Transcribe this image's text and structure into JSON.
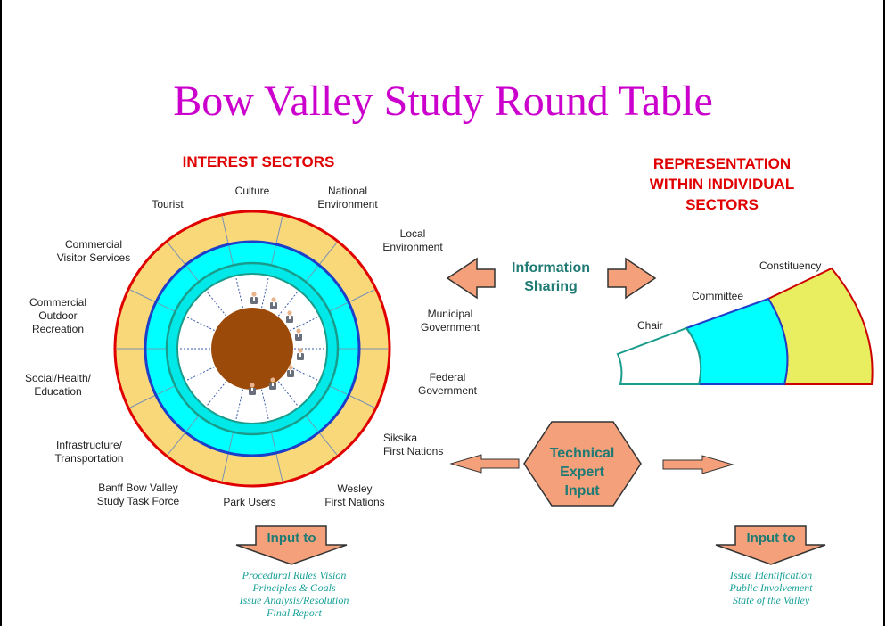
{
  "title": "Bow Valley Study Round Table",
  "left_heading": "INTEREST SECTORS",
  "right_heading": [
    "REPRESENTATION",
    "WITHIN INDIVIDUAL",
    "SECTORS"
  ],
  "sectors": [
    [
      "Culture"
    ],
    [
      "National",
      "Environment"
    ],
    [
      "Local",
      "Environment"
    ],
    [
      "Municipal",
      "Government"
    ],
    [
      "Federal",
      "Government"
    ],
    [
      "Siksika",
      "First Nations"
    ],
    [
      "Wesley",
      "First Nations"
    ],
    [
      "Park Users"
    ],
    [
      "Banff Bow Valley",
      "Study Task Force"
    ],
    [
      "Infrastructure/",
      "Transportation"
    ],
    [
      "Social/Health/",
      "Education"
    ],
    [
      "Commercial",
      "Outdoor",
      "Recreation"
    ],
    [
      "Commercial",
      "Visitor Services"
    ],
    [
      "Tourist"
    ]
  ],
  "info_sharing": [
    "Information",
    "Sharing"
  ],
  "representation_labels": {
    "chair": "Chair",
    "committee": "Committee",
    "constituency": "Constituency"
  },
  "technical": [
    "Technical",
    "Expert",
    "Input"
  ],
  "input_to_label": "Input to",
  "left_inputs": [
    "Procedural Rules Vision",
    "Principles & Goals",
    "Issue Analysis/Resolution",
    "Final Report"
  ],
  "right_inputs": [
    "Issue Identification",
    "Public Involvement",
    "State of the Valley"
  ],
  "colors": {
    "title": "#cc00cc",
    "heading": "#e00000",
    "outer_ring": "#f8d878",
    "middle_ring": "#00ffff",
    "table": "#9c4a0a",
    "arrow": "#f4a07a",
    "constituency": "#e8ee60",
    "teal_text": "#1f7a74"
  }
}
